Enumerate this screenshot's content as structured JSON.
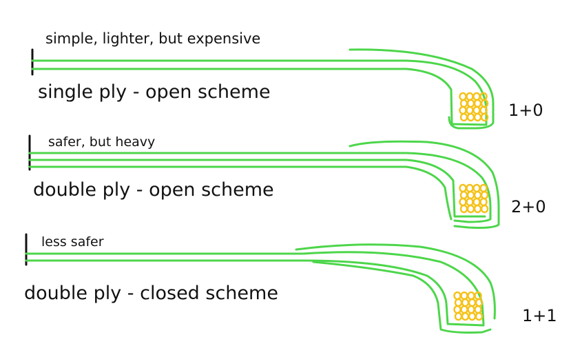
{
  "diagrams": [
    {
      "note": "simple, lighter, but expensive",
      "title": "single ply - open scheme",
      "code": "1+0"
    },
    {
      "note": "safer, but heavy",
      "title": "double ply - open scheme",
      "code": "2+0"
    },
    {
      "note": "less safer",
      "title": "double ply - closed scheme",
      "code": "1+1"
    }
  ],
  "colors": {
    "ply": "#4cd64a",
    "bead": "#f5c21a",
    "ink": "#111111"
  }
}
